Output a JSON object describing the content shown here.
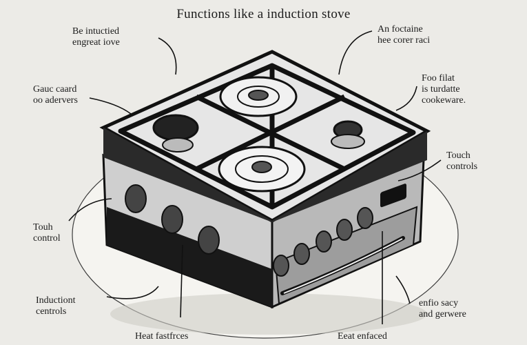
{
  "title": "Functions like a induction stove",
  "labels": [
    {
      "id": "tl",
      "lines": [
        "Be intuctied",
        "engreat iove"
      ]
    },
    {
      "id": "tr",
      "lines": [
        "An foctaine",
        "hee corer raci"
      ]
    },
    {
      "id": "ml",
      "lines": [
        "Gauc caard",
        "oo adervers"
      ]
    },
    {
      "id": "mr",
      "lines": [
        "Foo filat",
        "is turdatte",
        "cookeware."
      ]
    },
    {
      "id": "rt",
      "lines": [
        "Touch",
        "controls"
      ]
    },
    {
      "id": "lt",
      "lines": [
        "Touh",
        "control"
      ]
    },
    {
      "id": "li",
      "lines": [
        "Inductiont",
        "centrols"
      ]
    },
    {
      "id": "re",
      "lines": [
        "enfio sacy",
        "and gerwere"
      ]
    },
    {
      "id": "bl",
      "lines": [
        "Heat fastfrces"
      ]
    },
    {
      "id": "br",
      "lines": [
        "Eeat enfaced"
      ]
    }
  ],
  "colors": {
    "background": "#ecebe7",
    "ink": "#1c1c1c",
    "steel": "#d8d8d8"
  }
}
